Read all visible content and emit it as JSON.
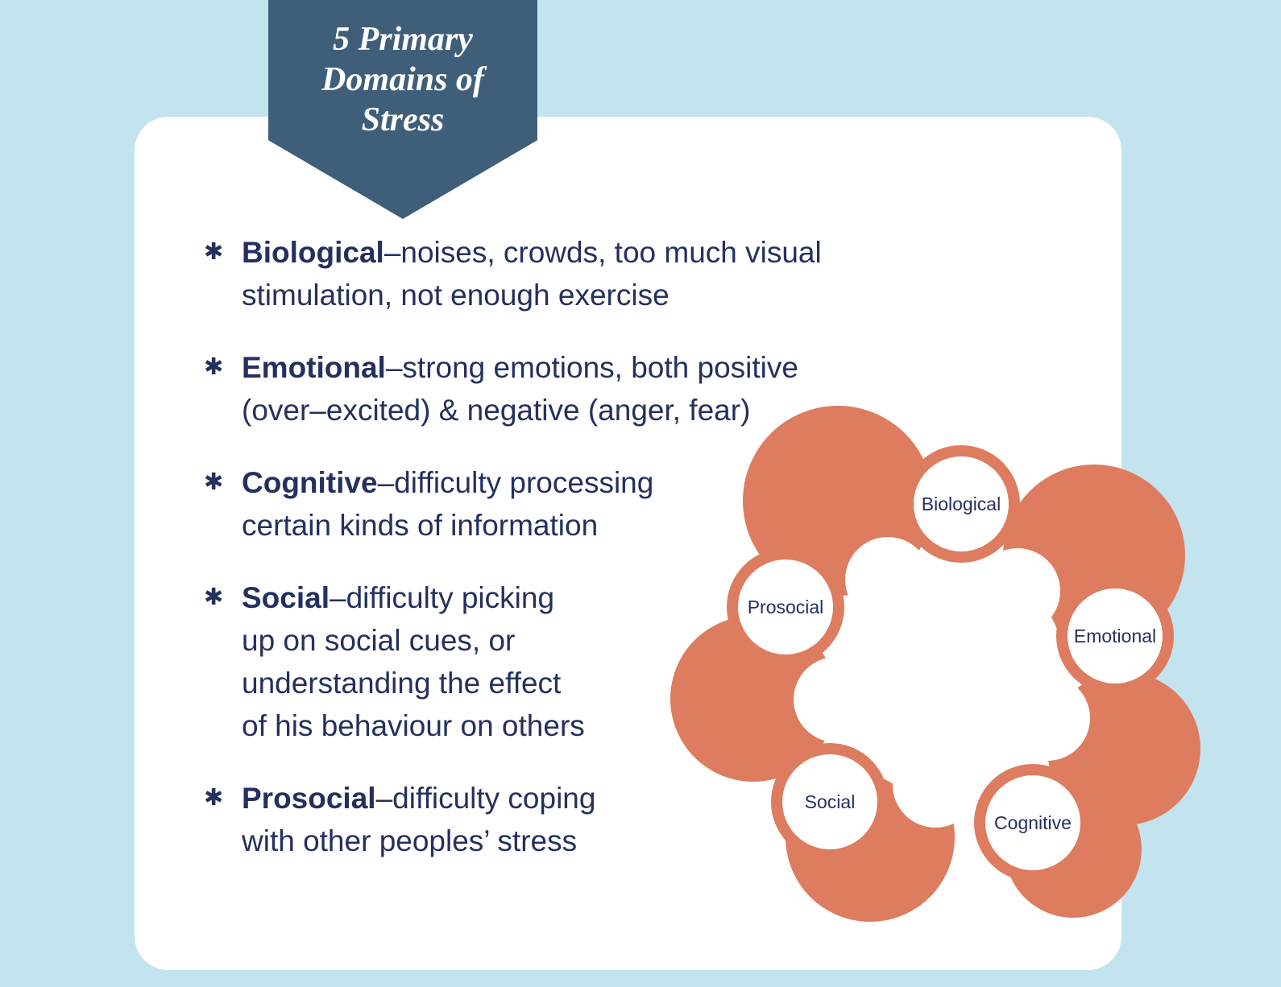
{
  "page": {
    "background_color": "#c3e4ee",
    "card_color": "#ffffff"
  },
  "banner": {
    "title_lines": [
      "5 Primary",
      "Domains of",
      "Stress"
    ],
    "background_color": "#3f5e79",
    "text_color": "#ffffff"
  },
  "list": {
    "bullet_glyph": "✱",
    "text_color": "#24305e",
    "items": [
      {
        "term": "Biological",
        "desc_lines": [
          "–noises, crowds, too much visual",
          "stimulation, not enough exercise"
        ]
      },
      {
        "term": "Emotional",
        "desc_lines": [
          "–strong emotions, both positive",
          "(over–excited) & negative (anger, fear)"
        ]
      },
      {
        "term": "Cognitive",
        "desc_lines": [
          "–difficulty processing",
          "certain kinds of information"
        ]
      },
      {
        "term": "Social",
        "desc_lines": [
          "–difficulty picking",
          "up on social cues, or",
          "understanding the effect",
          "of his behaviour on others"
        ]
      },
      {
        "term": "Prosocial",
        "desc_lines": [
          "–difficulty coping",
          "with other peoples’ stress"
        ]
      }
    ]
  },
  "diagram": {
    "type": "flower-cycle",
    "petal_color": "#dd7c5e",
    "label_text_color": "#24305e",
    "labels": [
      "Biological",
      "Emotional",
      "Cognitive",
      "Social",
      "Prosocial"
    ]
  }
}
